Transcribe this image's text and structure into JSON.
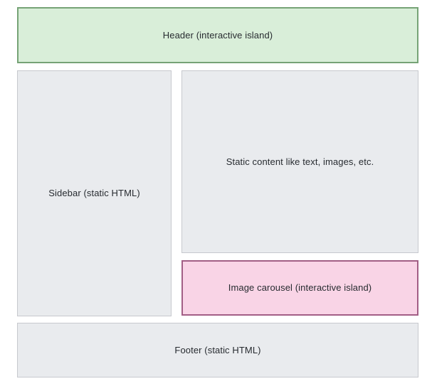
{
  "diagram": {
    "regions": {
      "header": {
        "label": "Header (interactive island)",
        "kind": "interactive-island"
      },
      "sidebar": {
        "label": "Sidebar (static HTML)",
        "kind": "static-html"
      },
      "static_content": {
        "label": "Static content like text, images, etc.",
        "kind": "static-html"
      },
      "image_carousel": {
        "label": "Image carousel (interactive island)",
        "kind": "interactive-island"
      },
      "footer": {
        "label": "Footer (static HTML)",
        "kind": "static-html"
      }
    },
    "colors": {
      "page_bg": "#ffffff",
      "header_island_bg": "#d9eed9",
      "header_island_border": "#76a376",
      "carousel_island_bg": "#f9d4e6",
      "carousel_island_border": "#a25e85",
      "static_bg": "#e9ebee",
      "static_border": "#c7c9ce",
      "text": "#272b30"
    }
  }
}
